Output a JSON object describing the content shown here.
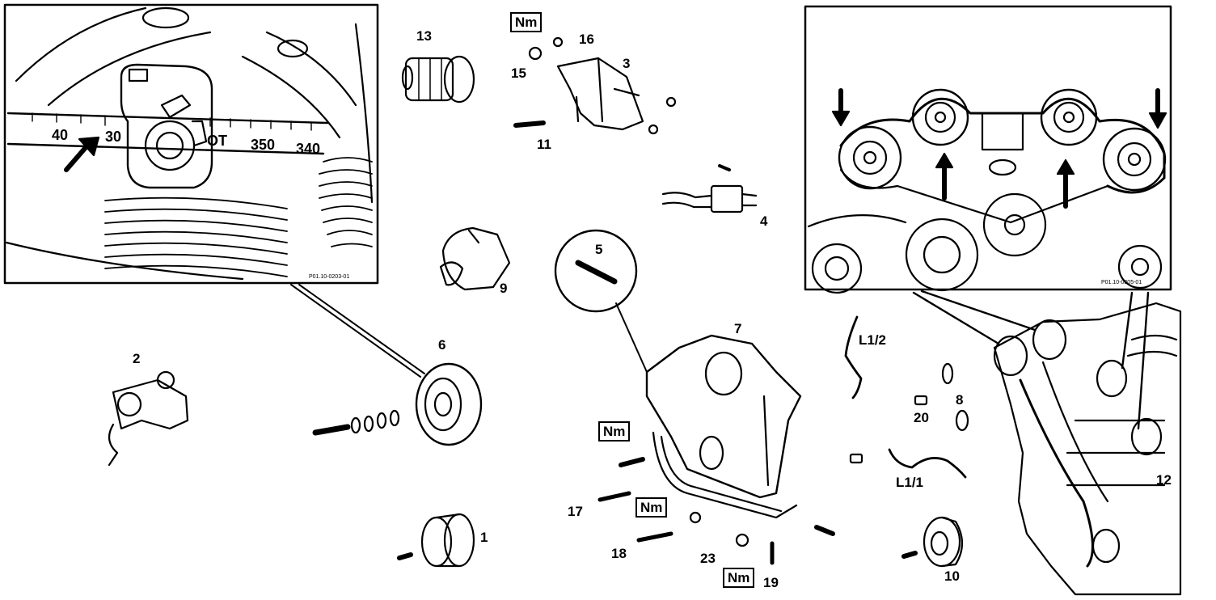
{
  "diagram": {
    "torque_label": "Nm",
    "part_labels": {
      "p1": "1",
      "p2": "2",
      "p3": "3",
      "p4": "4",
      "p5": "5",
      "p6": "6",
      "p7": "7",
      "p8": "8",
      "p9": "9",
      "p10": "10",
      "p11": "11",
      "p12": "12",
      "p13": "13",
      "p15": "15",
      "p16": "16",
      "p17": "17",
      "p18": "18",
      "p19": "19",
      "p20": "20",
      "p23": "23",
      "l11": "L1/1",
      "l12": "L1/2"
    },
    "inset_left": {
      "scale_marks": [
        "40",
        "30",
        "OT",
        "350",
        "340"
      ],
      "ref": "P01.10-0203-01"
    },
    "inset_right": {
      "ref": "P01.10-0305-01"
    }
  }
}
